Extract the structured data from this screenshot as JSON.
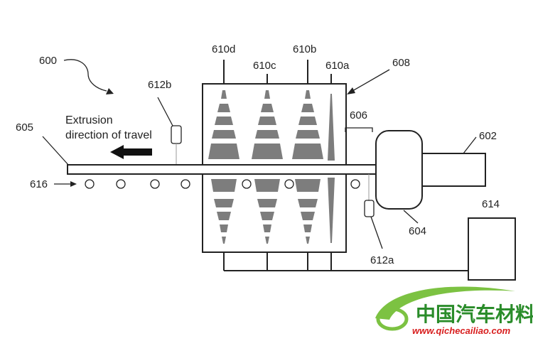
{
  "labels": {
    "system": "600",
    "extruder": "602",
    "die": "604",
    "extrudate": "605",
    "gap": "606",
    "furnace": "608",
    "heater_a": "610a",
    "heater_b": "610b",
    "heater_c": "610c",
    "heater_d": "610d",
    "sensor_a": "612a",
    "sensor_b": "612b",
    "controller": "614",
    "rollers": "616"
  },
  "caption": {
    "line1": "Extrusion",
    "line2": "direction of travel"
  },
  "watermark": {
    "brand": "中国汽车材料网",
    "url": "www.qichecailiao.com"
  },
  "colors": {
    "line": "#222222",
    "cone_fill": "#7d7d7d",
    "watermark_green": "#2a8c2a",
    "watermark_red": "#d81e1e"
  }
}
